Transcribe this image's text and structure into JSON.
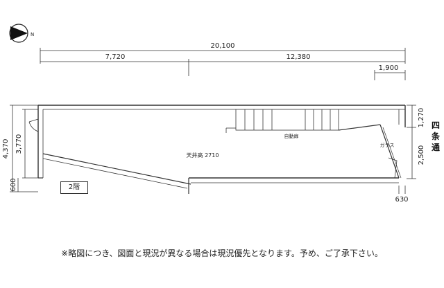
{
  "compass": {
    "north_label": "N"
  },
  "dimensions": {
    "total_width": "20,100",
    "left_width": "7,720",
    "right_width": "12,380",
    "right_small": "1,900",
    "left_total_height": "4,370",
    "left_inner_height": "3,770",
    "left_bottom": "600",
    "right_top": "1,270",
    "right_bottom": "2,500",
    "bottom_small": "630"
  },
  "labels": {
    "ceiling_height": "天井高 2710",
    "auto_door": "自動扉",
    "glass": "ガラス",
    "floor": "2階",
    "road": [
      "四",
      "条",
      "通"
    ]
  },
  "note": "※略図につき、図面と現況が異なる場合は現況優先となります。予め、ご了承下さい。"
}
